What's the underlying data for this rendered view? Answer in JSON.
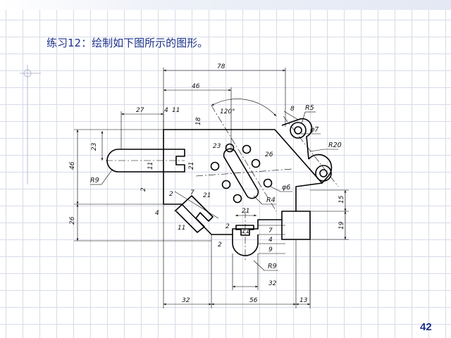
{
  "slide": {
    "title": "练习12：绘制如下图所示的图形。",
    "page_number": "42"
  },
  "drawing": {
    "dimensions": {
      "d78": "78",
      "d46": "46",
      "d27": "27",
      "d4": "4",
      "d11_top": "11",
      "d18": "18",
      "d120": "120°",
      "d8": "8",
      "d5": "5",
      "d23_left": "23",
      "d46_left": "46",
      "d26_left": "26",
      "d11_slot": "11",
      "d21_slot": "21",
      "d2_slot": "2",
      "d2_diag": "2",
      "d4_diag": "4",
      "d11_diag": "11",
      "d7_diag": "7",
      "d21_diag": "21",
      "d23_hole": "23",
      "d26_hole": "26",
      "d21_bottom": "21",
      "d11_bottom": "11",
      "d2_bottom_l": "2",
      "d2_bottom_r": "2",
      "d7_right": "7",
      "d4_right": "4",
      "d9_right": "9",
      "d15_right": "15",
      "d19_right": "19",
      "d32_low": "32",
      "d32": "32",
      "d56": "56",
      "d13": "13"
    },
    "labels": {
      "r5": "R5",
      "phi7": "φ7",
      "r20": "R20",
      "r9_left": "R9",
      "phi6": "φ6",
      "r4": "R4",
      "r9_bottom": "R9"
    }
  }
}
